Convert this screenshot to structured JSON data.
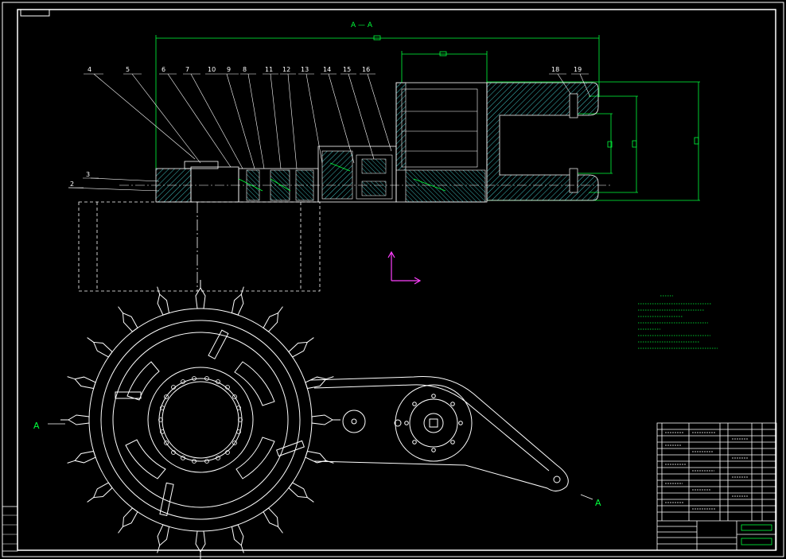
{
  "section_title": "A — A",
  "section_marker_left": "A",
  "section_marker_right": "A",
  "part_numbers": [
    "4",
    "5",
    "6",
    "7",
    "10",
    "9",
    "8",
    "11",
    "12",
    "13",
    "14",
    "15",
    "16",
    "18",
    "19"
  ],
  "part_numbers_left": [
    "2",
    "3"
  ],
  "colors": {
    "background": "#000000",
    "line": "#ffffff",
    "dimension": "#00ff3c",
    "hatch": "#3fbfbf",
    "axis": "#ff40ff",
    "frame": "#ffffff"
  }
}
